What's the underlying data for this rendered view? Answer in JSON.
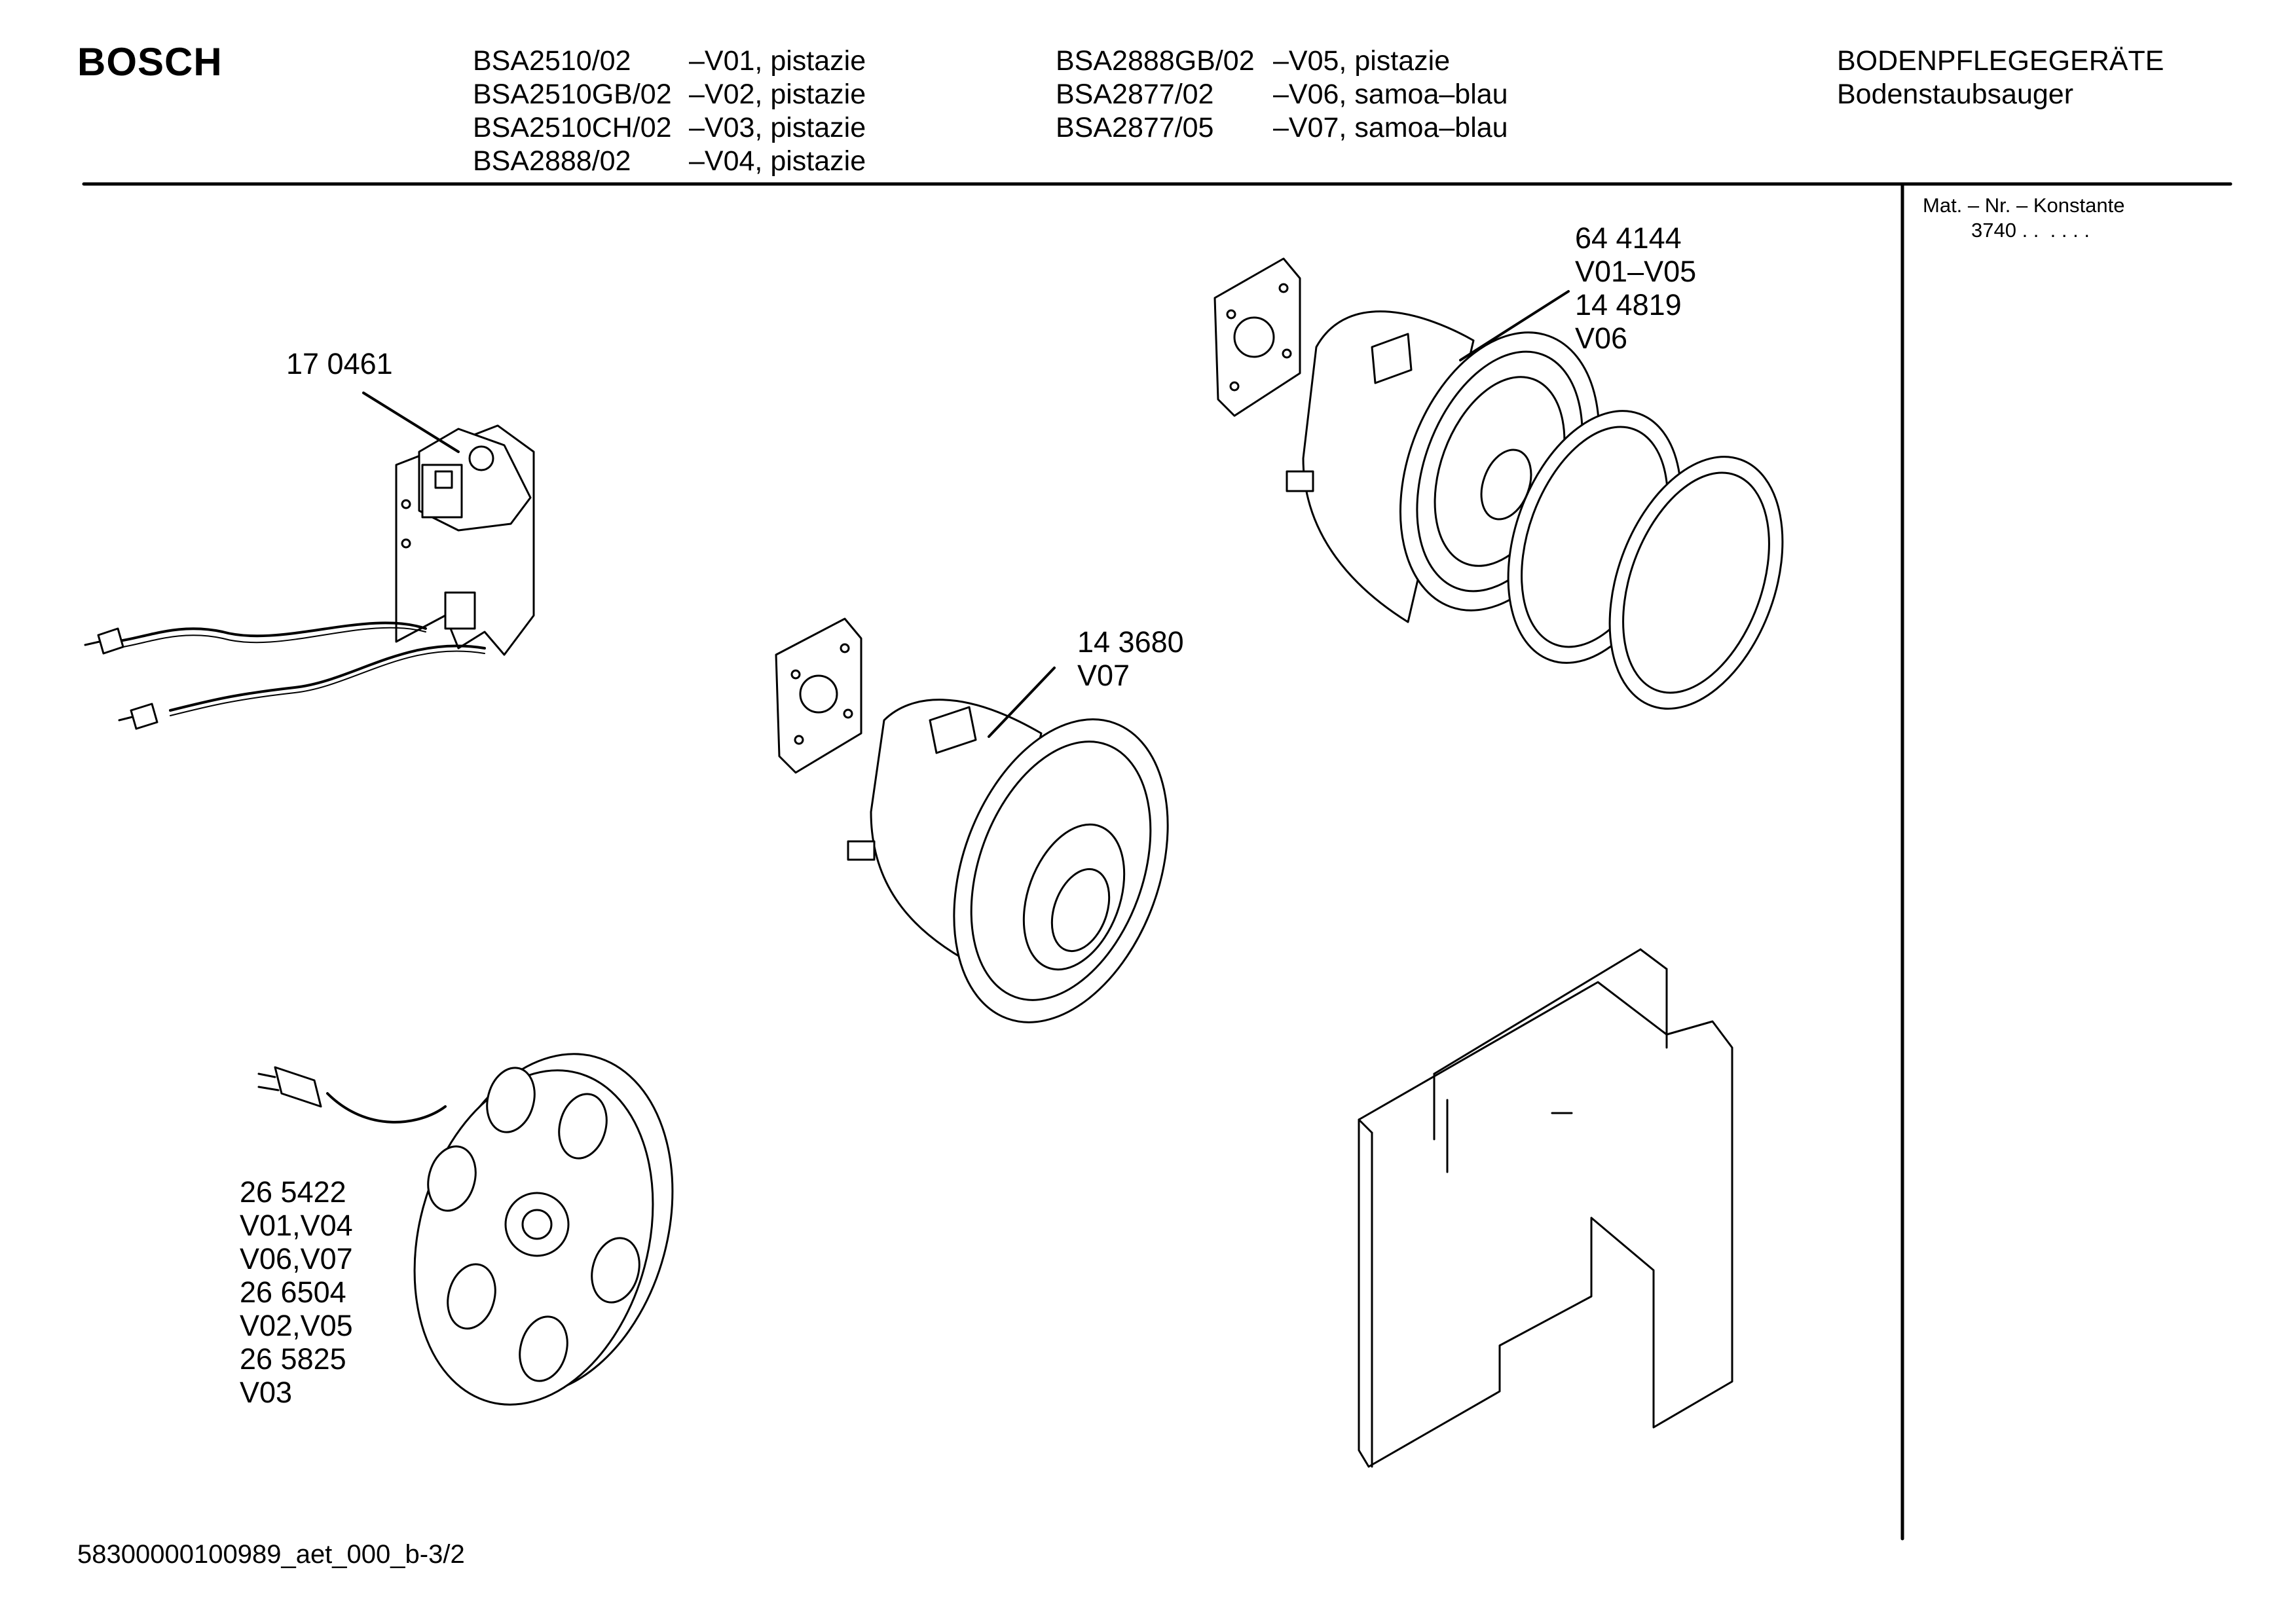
{
  "brand": "BOSCH",
  "models_left": [
    {
      "model": "BSA2510/02",
      "variant": "–V01, pistazie"
    },
    {
      "model": "BSA2510GB/02",
      "variant": "–V02, pistazie"
    },
    {
      "model": "BSA2510CH/02",
      "variant": "–V03, pistazie"
    },
    {
      "model": "BSA2888/02",
      "variant": "–V04, pistazie"
    }
  ],
  "models_right": [
    {
      "model": "BSA2888GB/02",
      "variant": "–V05, pistazie"
    },
    {
      "model": "BSA2877/02",
      "variant": "–V06, samoa–blau"
    },
    {
      "model": "BSA2877/05",
      "variant": "–V07, samoa–blau"
    }
  ],
  "category": {
    "line1": "BODENPFLEGEGERÄTE",
    "line2": "Bodenstaubsauger"
  },
  "sidebar": {
    "label": "Mat. – Nr. – Konstante",
    "value": "3740 . .  . . . ."
  },
  "parts": {
    "switch": {
      "number": "17 0461"
    },
    "motor_large": {
      "lines": [
        "64 4144",
        "V01–V05",
        "14 4819",
        "V06"
      ]
    },
    "motor_small": {
      "lines": [
        "14 3680",
        "V07"
      ]
    },
    "cable_reel": {
      "lines": [
        "26 5422",
        "V01,V04",
        "V06,V07",
        "26 6504",
        "V02,V05",
        "26 5825",
        "V03"
      ]
    }
  },
  "footer": "58300000100989_aet_000_b-3/2"
}
